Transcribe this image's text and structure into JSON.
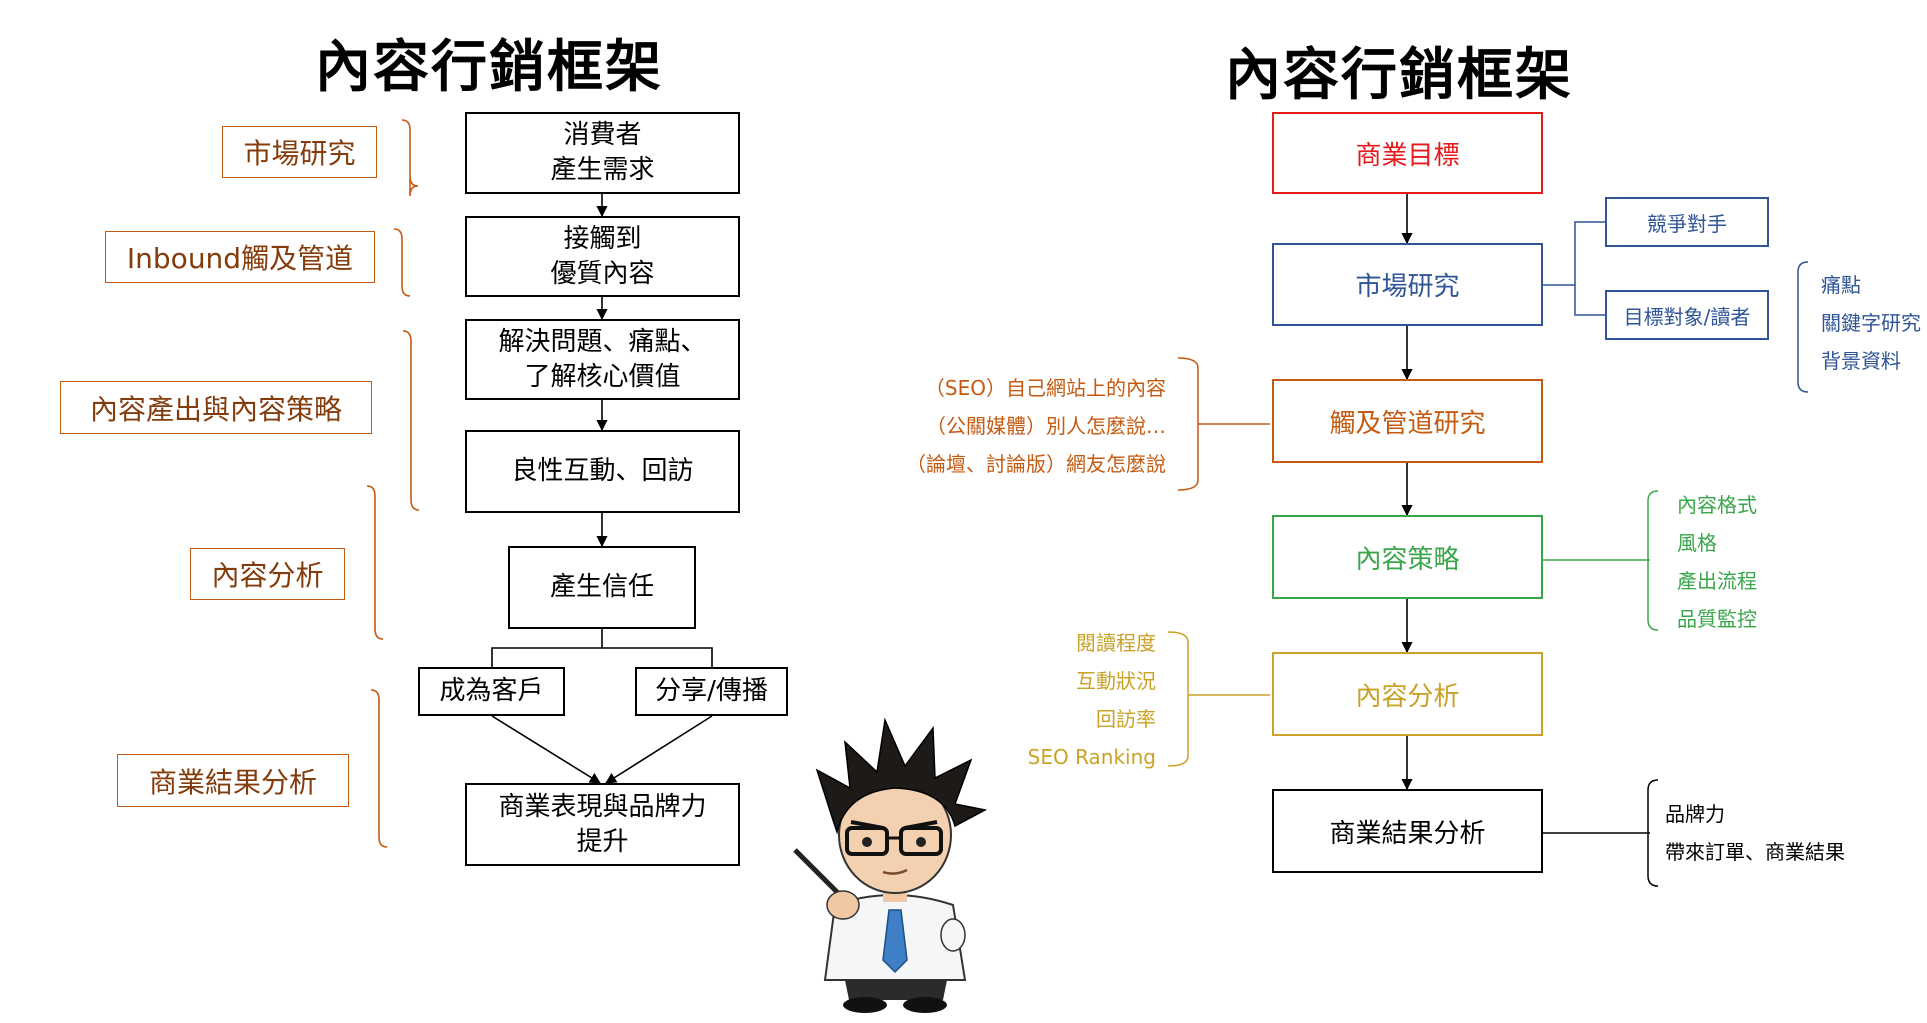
{
  "left": {
    "title": "內容行銷框架",
    "steps": [
      "消費者\n產生需求",
      "接觸到\n優質內容",
      "解決問題、痛點、\n了解核心價值",
      "良性互動、回訪",
      "產生信任",
      "成為客戶",
      "分享/傳播",
      "商業表現與品牌力\n提升"
    ],
    "phases": [
      "市場研究",
      "Inbound觸及管道",
      "內容產出與內容策略",
      "內容分析",
      "商業結果分析"
    ]
  },
  "right": {
    "title": "內容行銷框架",
    "steps": [
      "商業目標",
      "市場研究",
      "觸及管道研究",
      "內容策略",
      "內容分析",
      "商業結果分析"
    ],
    "market_boxes": [
      "競爭對手",
      "目標對象/讀者"
    ],
    "audience_notes": [
      "痛點",
      "關鍵字研究",
      "背景資料"
    ],
    "channel_notes": [
      "（SEO）自己網站上的內容",
      "（公關媒體）別人怎麼說…",
      "（論壇、討論版）網友怎麼說"
    ],
    "strategy_notes": [
      "內容格式",
      "風格",
      "產出流程",
      "品質監控"
    ],
    "analysis_notes": [
      "閱讀程度",
      "互動狀況",
      "回訪率",
      "SEO Ranking"
    ],
    "result_notes": [
      "品牌力",
      "帶來訂單、商業結果"
    ]
  },
  "colors": {
    "red": "#e31b1b",
    "blue": "#2f5597",
    "orange": "#c55a11",
    "green": "#3aa64a",
    "gold": "#c9a227",
    "dark_orange_text": "#843c0c"
  },
  "illustration": "cartoon-presenter-with-pointer"
}
